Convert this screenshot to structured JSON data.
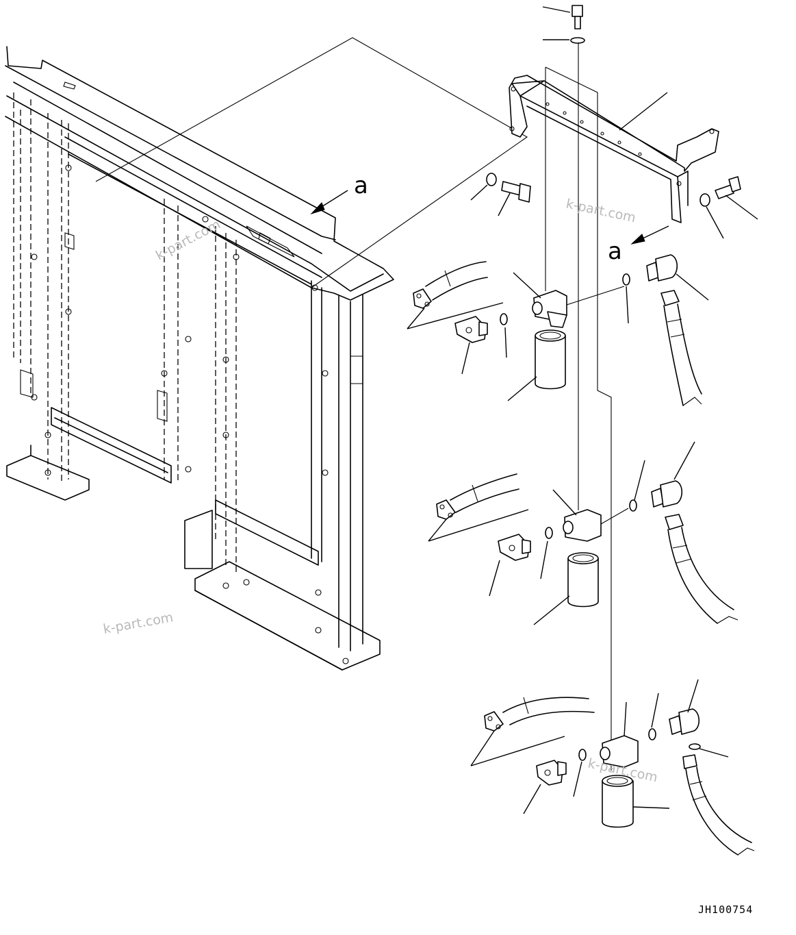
{
  "view_label": "a",
  "watermark": "k-part.com",
  "drawing_code": "JH100754"
}
